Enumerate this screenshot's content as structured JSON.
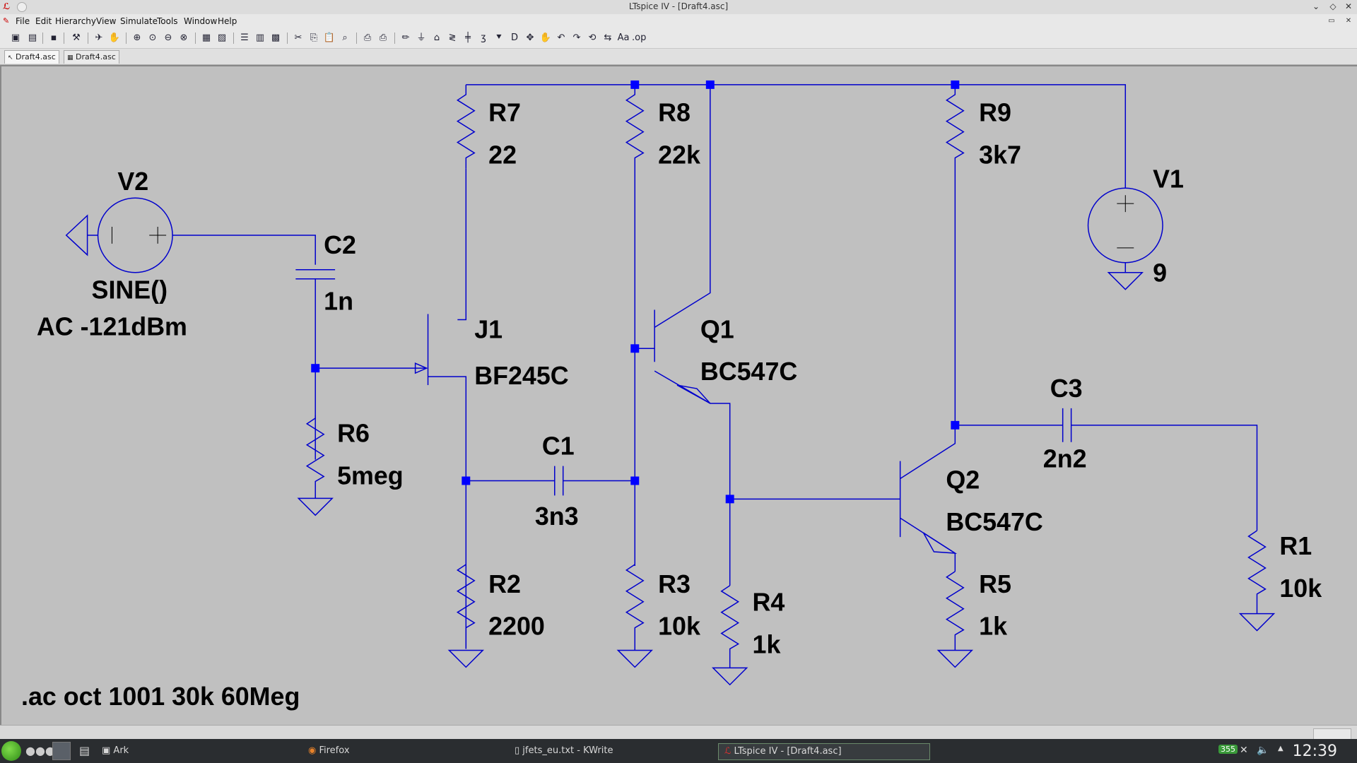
{
  "window": {
    "title": "LTspice IV - [Draft4.asc]"
  },
  "menu": [
    "File",
    "Edit",
    "Hierarchy",
    "View",
    "Simulate",
    "Tools",
    "Window",
    "Help"
  ],
  "tabs": [
    {
      "label": "Draft4.asc"
    },
    {
      "label": "Draft4.asc"
    }
  ],
  "schematic": {
    "components": {
      "R7": {
        "name": "R7",
        "value": "22"
      },
      "R8": {
        "name": "R8",
        "value": "22k"
      },
      "R9": {
        "name": "R9",
        "value": "3k7"
      },
      "V1": {
        "name": "V1",
        "value": "9"
      },
      "V2": {
        "name": "V2",
        "value": "SINE()",
        "value2": "AC -121dBm"
      },
      "C2": {
        "name": "C2",
        "value": "1n"
      },
      "J1": {
        "name": "J1",
        "value": "BF245C"
      },
      "Q1": {
        "name": "Q1",
        "value": "BC547C"
      },
      "C3": {
        "name": "C3",
        "value": "2n2"
      },
      "C1": {
        "name": "C1",
        "value": "3n3"
      },
      "R6": {
        "name": "R6",
        "value": "5meg"
      },
      "Q2": {
        "name": "Q2",
        "value": "BC547C"
      },
      "R1": {
        "name": "R1",
        "value": "10k"
      },
      "R2": {
        "name": "R2",
        "value": "2200"
      },
      "R3": {
        "name": "R3",
        "value": "10k"
      },
      "R4": {
        "name": "R4",
        "value": "1k"
      },
      "R5": {
        "name": "R5",
        "value": "1k"
      }
    },
    "directive": ".ac oct 1001 30k 60Meg"
  },
  "taskbar": {
    "items": [
      "Ark",
      "Firefox",
      "jfets_eu.txt - KWrite",
      "LTspice IV - [Draft4.asc]"
    ],
    "tray_badge": "355",
    "clock": "12:39"
  },
  "colors": {
    "wire": "#0000cc",
    "junction": "#0000ff",
    "background": "#c0c0c0"
  }
}
